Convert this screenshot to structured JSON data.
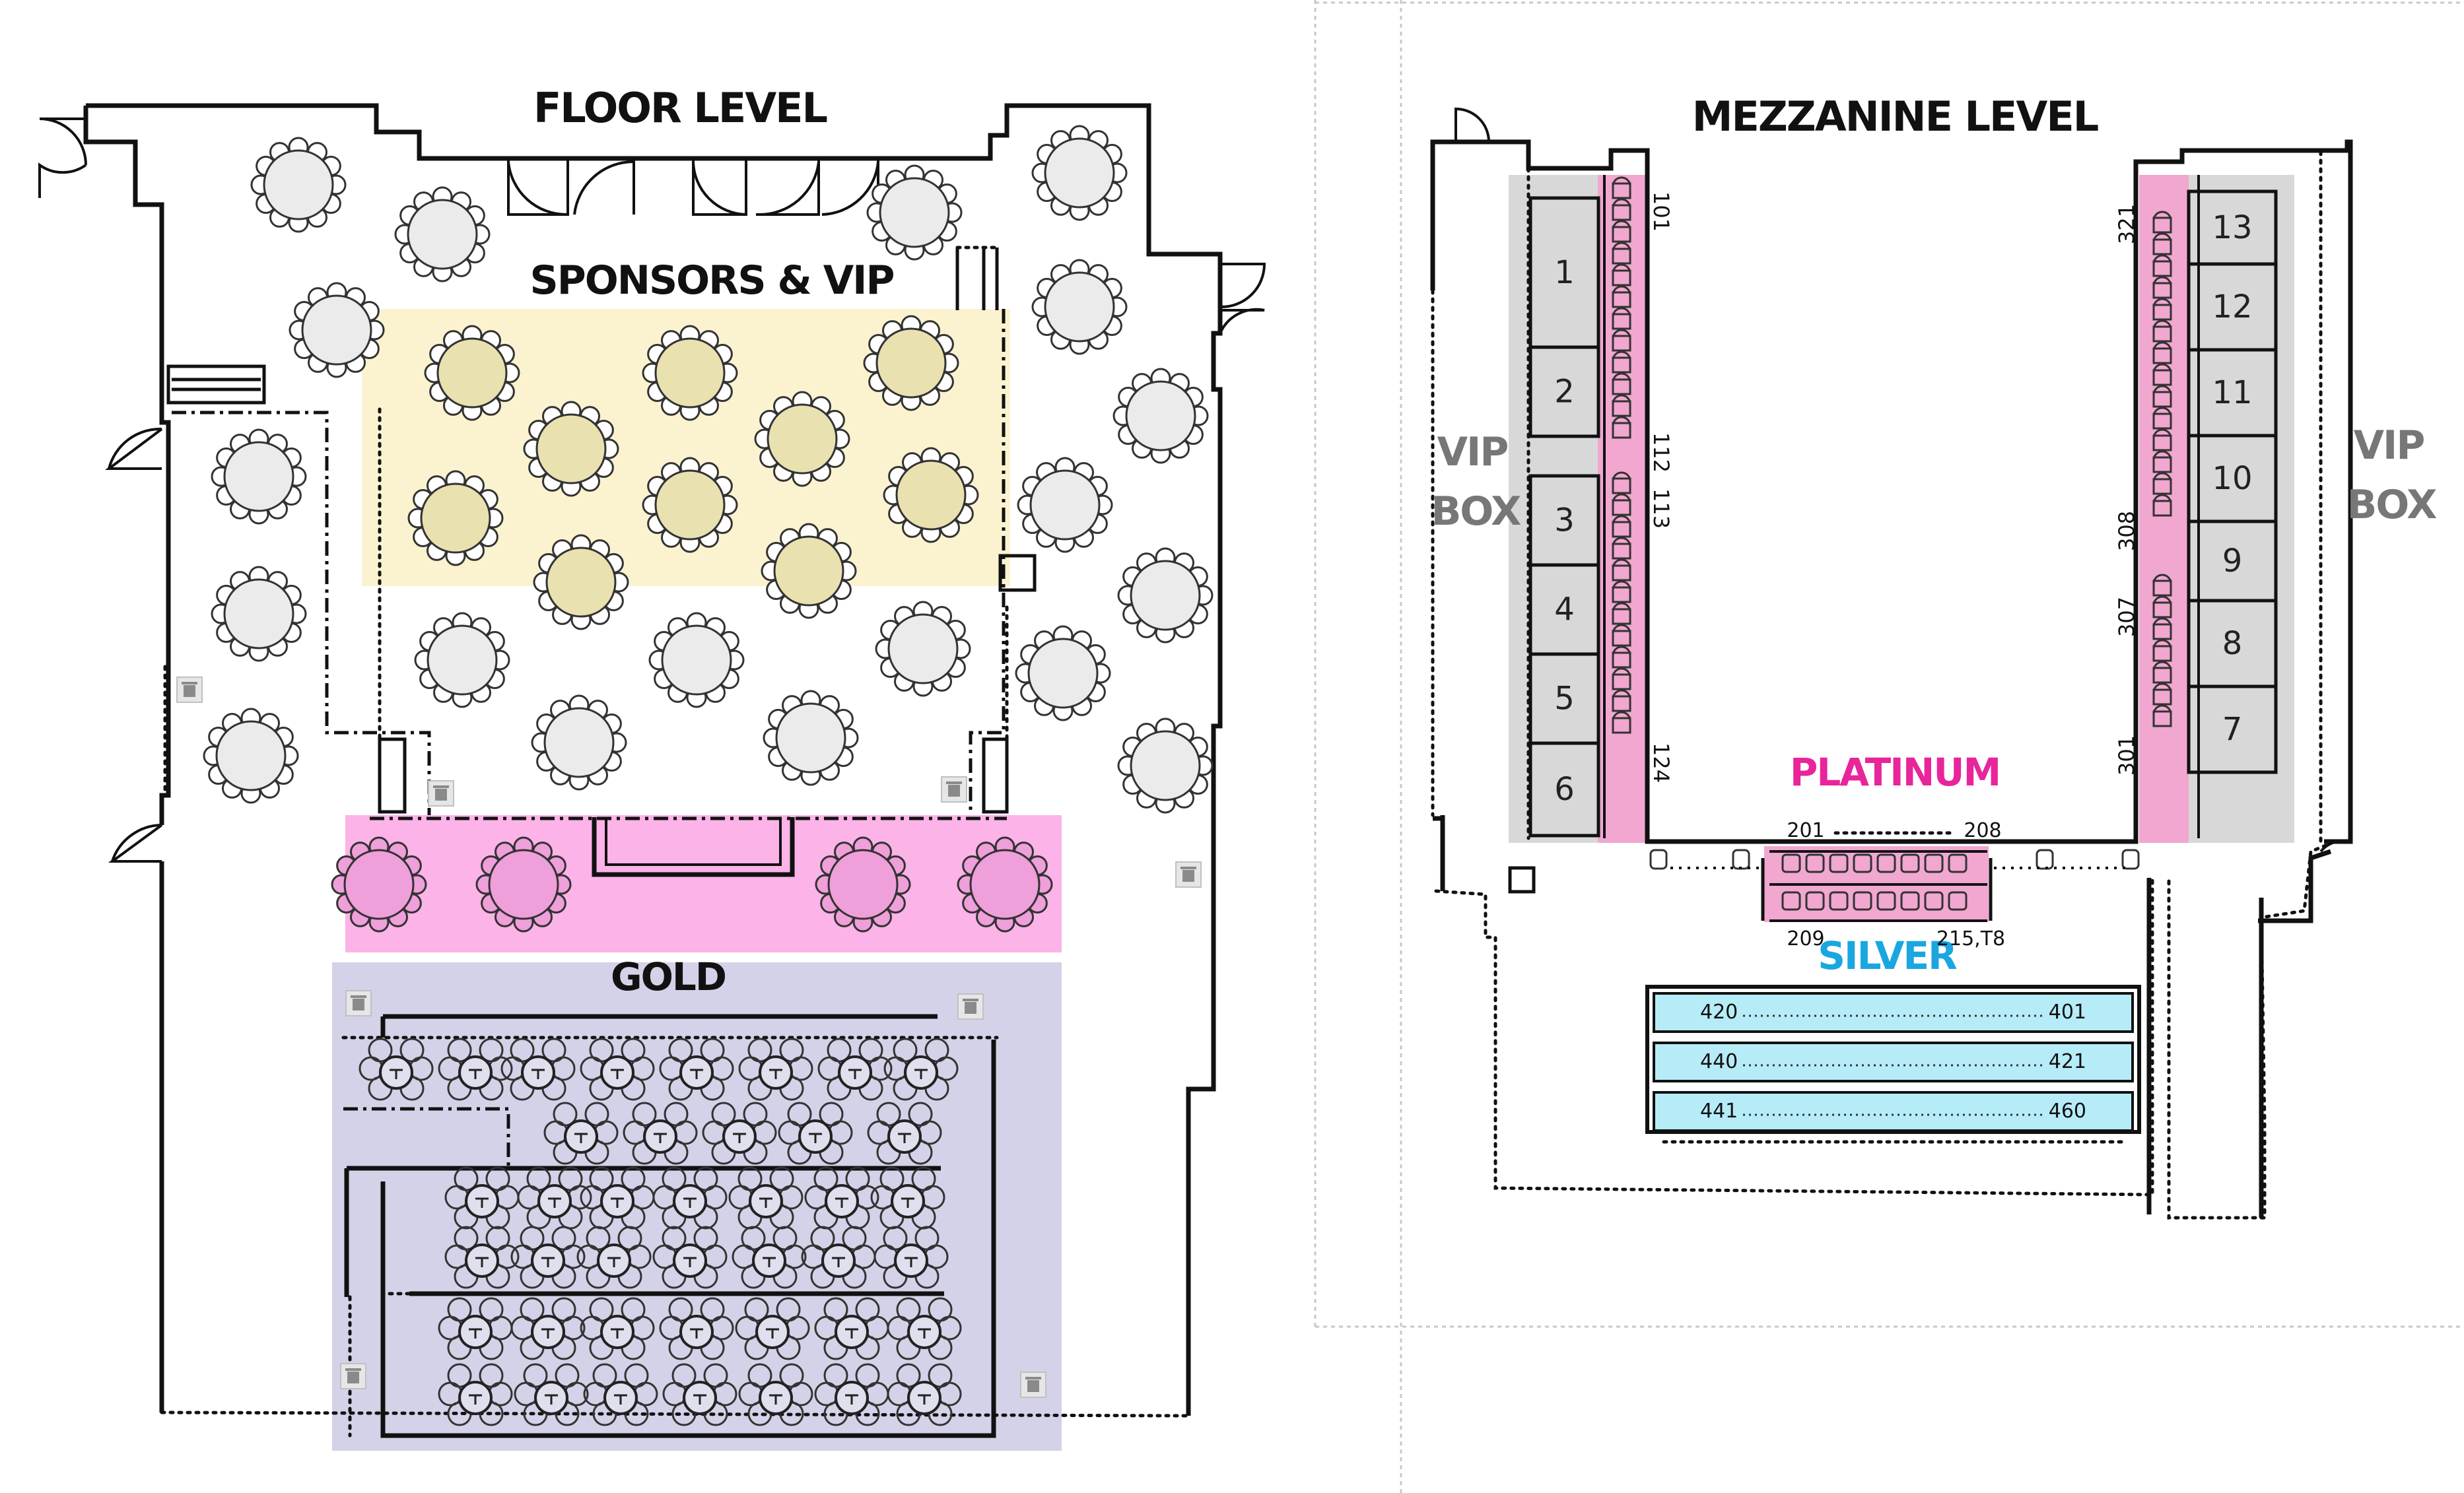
{
  "floor": {
    "title": "FLOOR LEVEL",
    "zones": {
      "sponsors_vip": "SPONSORS & VIP",
      "gold": "GOLD"
    }
  },
  "mezzanine": {
    "title": "MEZZANINE LEVEL",
    "vip_box_left": [
      "VIP",
      "BOX"
    ],
    "vip_box_right": [
      "VIP",
      "BOX"
    ],
    "platinum": "PLATINUM",
    "silver": "SILVER",
    "boxes_left": [
      "1",
      "2",
      "3",
      "4",
      "5",
      "6"
    ],
    "boxes_right": [
      "13",
      "12",
      "11",
      "10",
      "9",
      "8",
      "7"
    ],
    "seat_labels_left": [
      "101",
      "112",
      "113",
      "124"
    ],
    "seat_labels_right": [
      "321",
      "308",
      "307",
      "301"
    ],
    "platinum_row_labels": [
      "201",
      "208",
      "209",
      "215,T8"
    ],
    "silver_rows": [
      {
        "start": "420",
        "end": "401"
      },
      {
        "start": "440",
        "end": "421"
      },
      {
        "start": "441",
        "end": "460"
      }
    ]
  },
  "colors": {
    "sponsors_zone": "#fbf3cf",
    "vip_table": "#e9e1b0",
    "platinum_zone": "#fbb3e8",
    "platinum_table": "#ef9fd9",
    "gold_zone": "#d4d2e8",
    "pink_strip": "#f1a7cf",
    "silver_row": "#b6ecf8",
    "box_gray": "#d8d8d8",
    "label_gray": "#777777",
    "platinum_text": "#e8259a",
    "silver_text": "#1aa7e0"
  }
}
